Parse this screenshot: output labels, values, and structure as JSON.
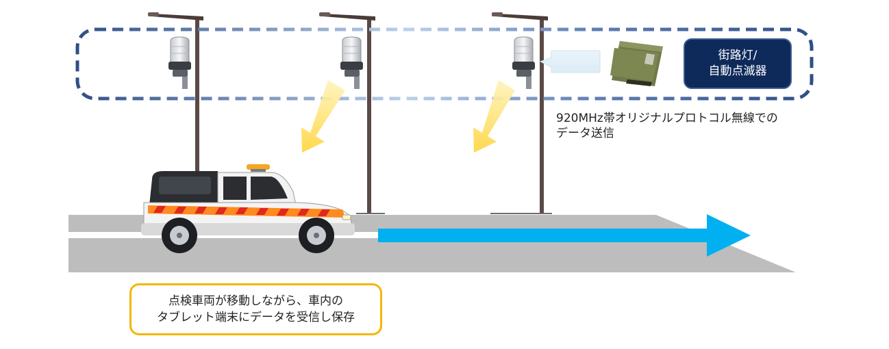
{
  "lamp_label": {
    "line1": "街路灯/",
    "line2": "自動点滅器"
  },
  "caption": {
    "line1": "920MHz帯オリジナルプロトコル無線での",
    "line2": "データ送信"
  },
  "note": {
    "line1": "点検車両が移動しながら、車内の",
    "line2": "タブレット端末にデータを受信し保存"
  },
  "colors": {
    "road": "#bdbdbd",
    "frame_dashed": "#2f4f86",
    "label_bg": "#0e2a5a",
    "arrow_blue": "#00b0f0",
    "signal_arrow": "#ffe27a",
    "note_border": "#f2b705",
    "pole": "#5a4a45"
  }
}
